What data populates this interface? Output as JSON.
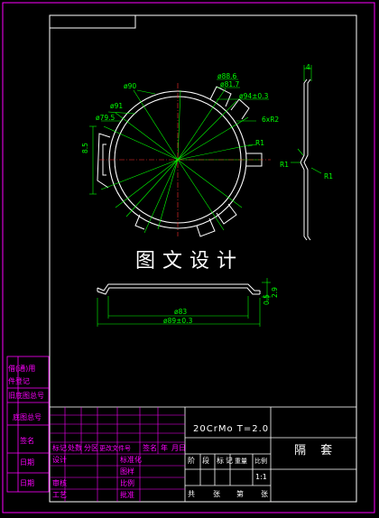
{
  "drawing": {
    "watermark": "图文设计",
    "part_name": "隔 套",
    "material_spec": "20CrMo  T=2.0",
    "scale": "1:1"
  },
  "dimensions": {
    "d90": "ø90",
    "d886": "ø88.6",
    "d817": "ø81.7",
    "d94403": "ø94±0.3",
    "holes": "6xR2",
    "d91": "ø91",
    "d795": "ø79.5",
    "r1_main": "R1",
    "side_w": "8.5",
    "d83": "ø83",
    "d89403": "ø89±0.3",
    "r1_a": "R1",
    "r1_b": "R1",
    "top_w": "4",
    "right_dim": "2.9",
    "right_dim2": "0.5"
  },
  "side_block": [
    "借(通)用",
    "件登记",
    "旧底图总号",
    "底图总号",
    "签名",
    "日期",
    "日期"
  ],
  "title_block": {
    "row_headers": [
      "标记",
      "处数",
      "分区",
      "更改文件号",
      "签名",
      "年",
      "月",
      "日"
    ],
    "left_labels": [
      "设计",
      "审核",
      "工艺"
    ],
    "mid_labels": [
      "标准化",
      "批准"
    ],
    "mid_labels2": [
      "图样",
      "比例"
    ],
    "stage_row": [
      "阶",
      "段",
      "标",
      "记",
      "重量",
      "比例"
    ],
    "sheet_row": [
      "共",
      "张",
      "第",
      "张"
    ]
  }
}
